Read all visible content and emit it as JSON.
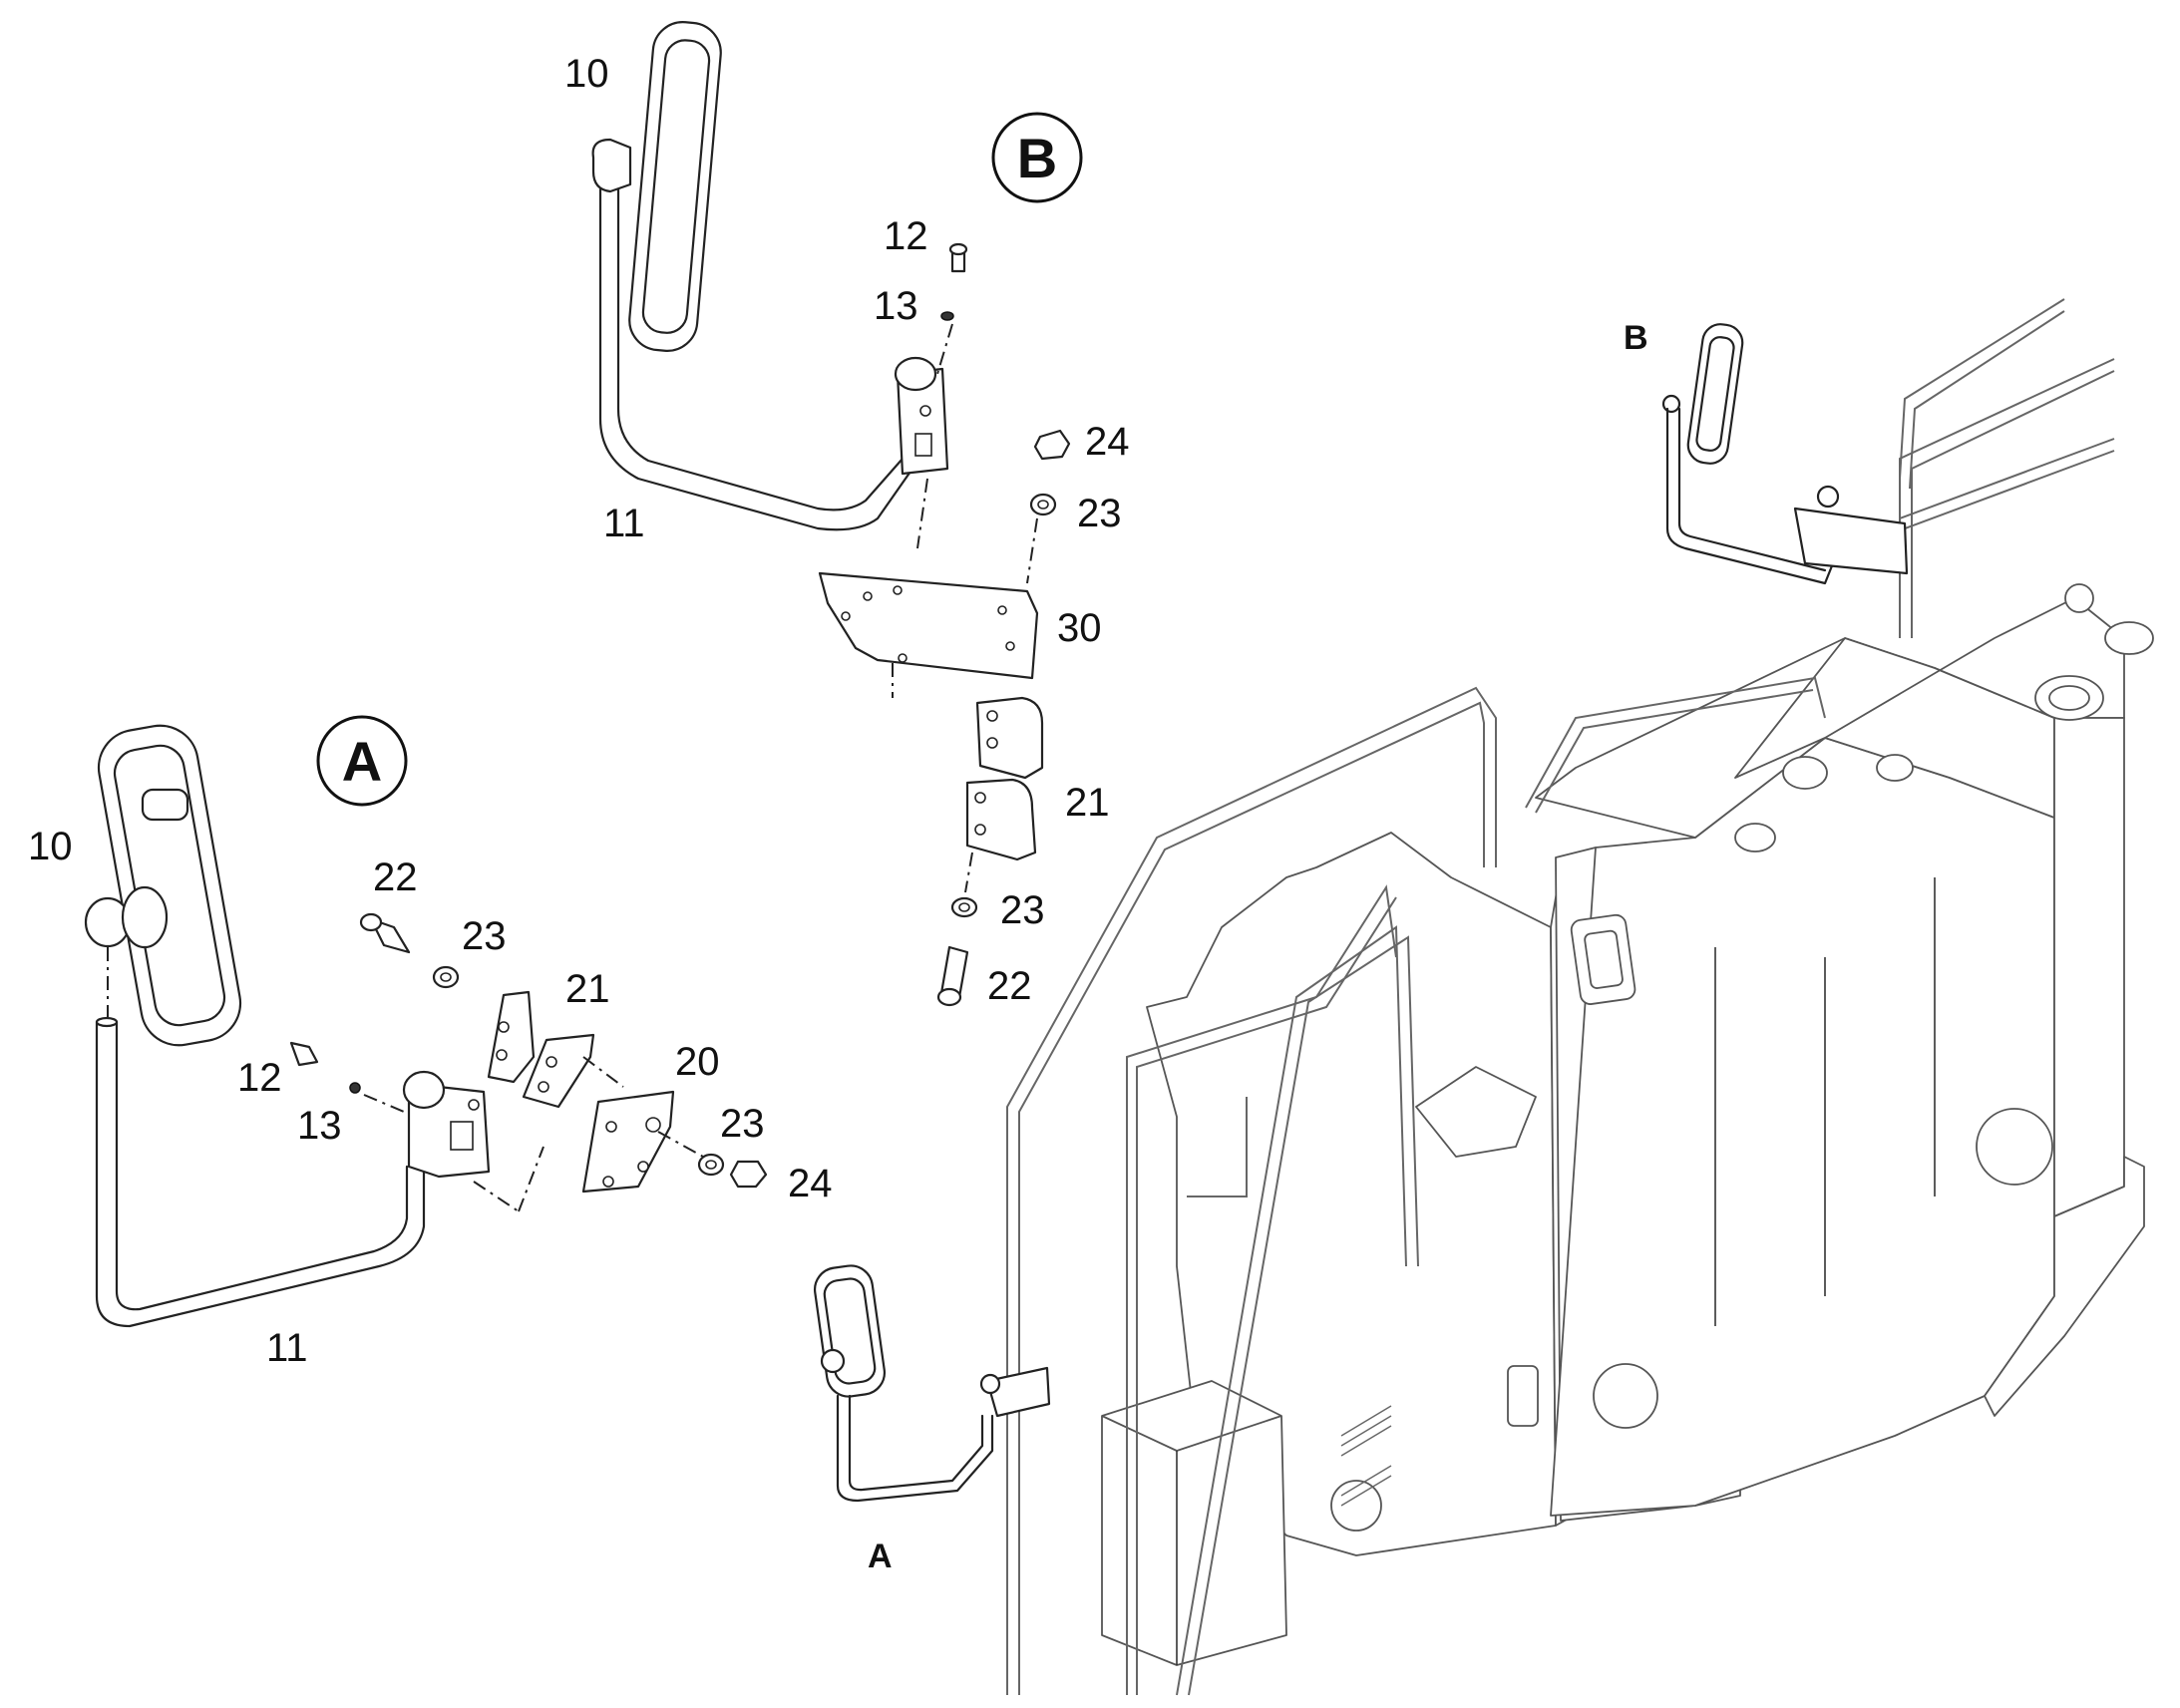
{
  "views": {
    "a": {
      "circle_label": "A",
      "tag_label": "A"
    },
    "b": {
      "circle_label": "B",
      "tag_label": "B"
    }
  },
  "callouts_b": {
    "p10": "10",
    "p11": "11",
    "p12": "12",
    "p13": "13",
    "p24": "24",
    "p23_top": "23",
    "p30": "30",
    "p21": "21",
    "p23_bottom": "23",
    "p22": "22"
  },
  "callouts_a": {
    "p10": "10",
    "p11": "11",
    "p12": "12",
    "p13": "13",
    "p22": "22",
    "p23_left": "23",
    "p21": "21",
    "p20": "20",
    "p23_right": "23",
    "p24": "24"
  }
}
